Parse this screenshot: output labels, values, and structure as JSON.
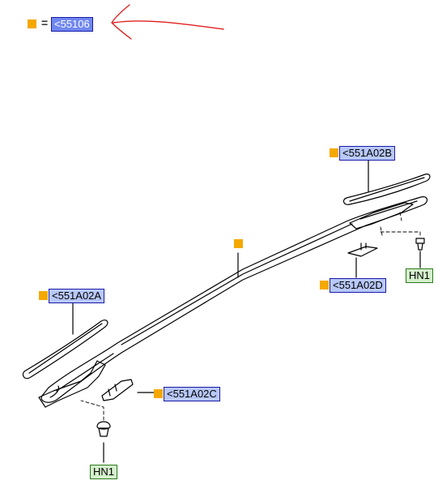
{
  "legend": {
    "equals": "=",
    "code": "<55106"
  },
  "callouts": {
    "rail_b": "<551A02B",
    "rail_a": "<551A02A",
    "clip_d": "<551A02D",
    "clip_c": "<551A02C"
  },
  "fasteners": {
    "front": "HN1",
    "rear": "HN1"
  },
  "colors": {
    "marker": "#f5a800",
    "callout_border": "#1a1aa8",
    "hn_border": "#2a7a1a",
    "annotation_arrow": "#e02020"
  }
}
